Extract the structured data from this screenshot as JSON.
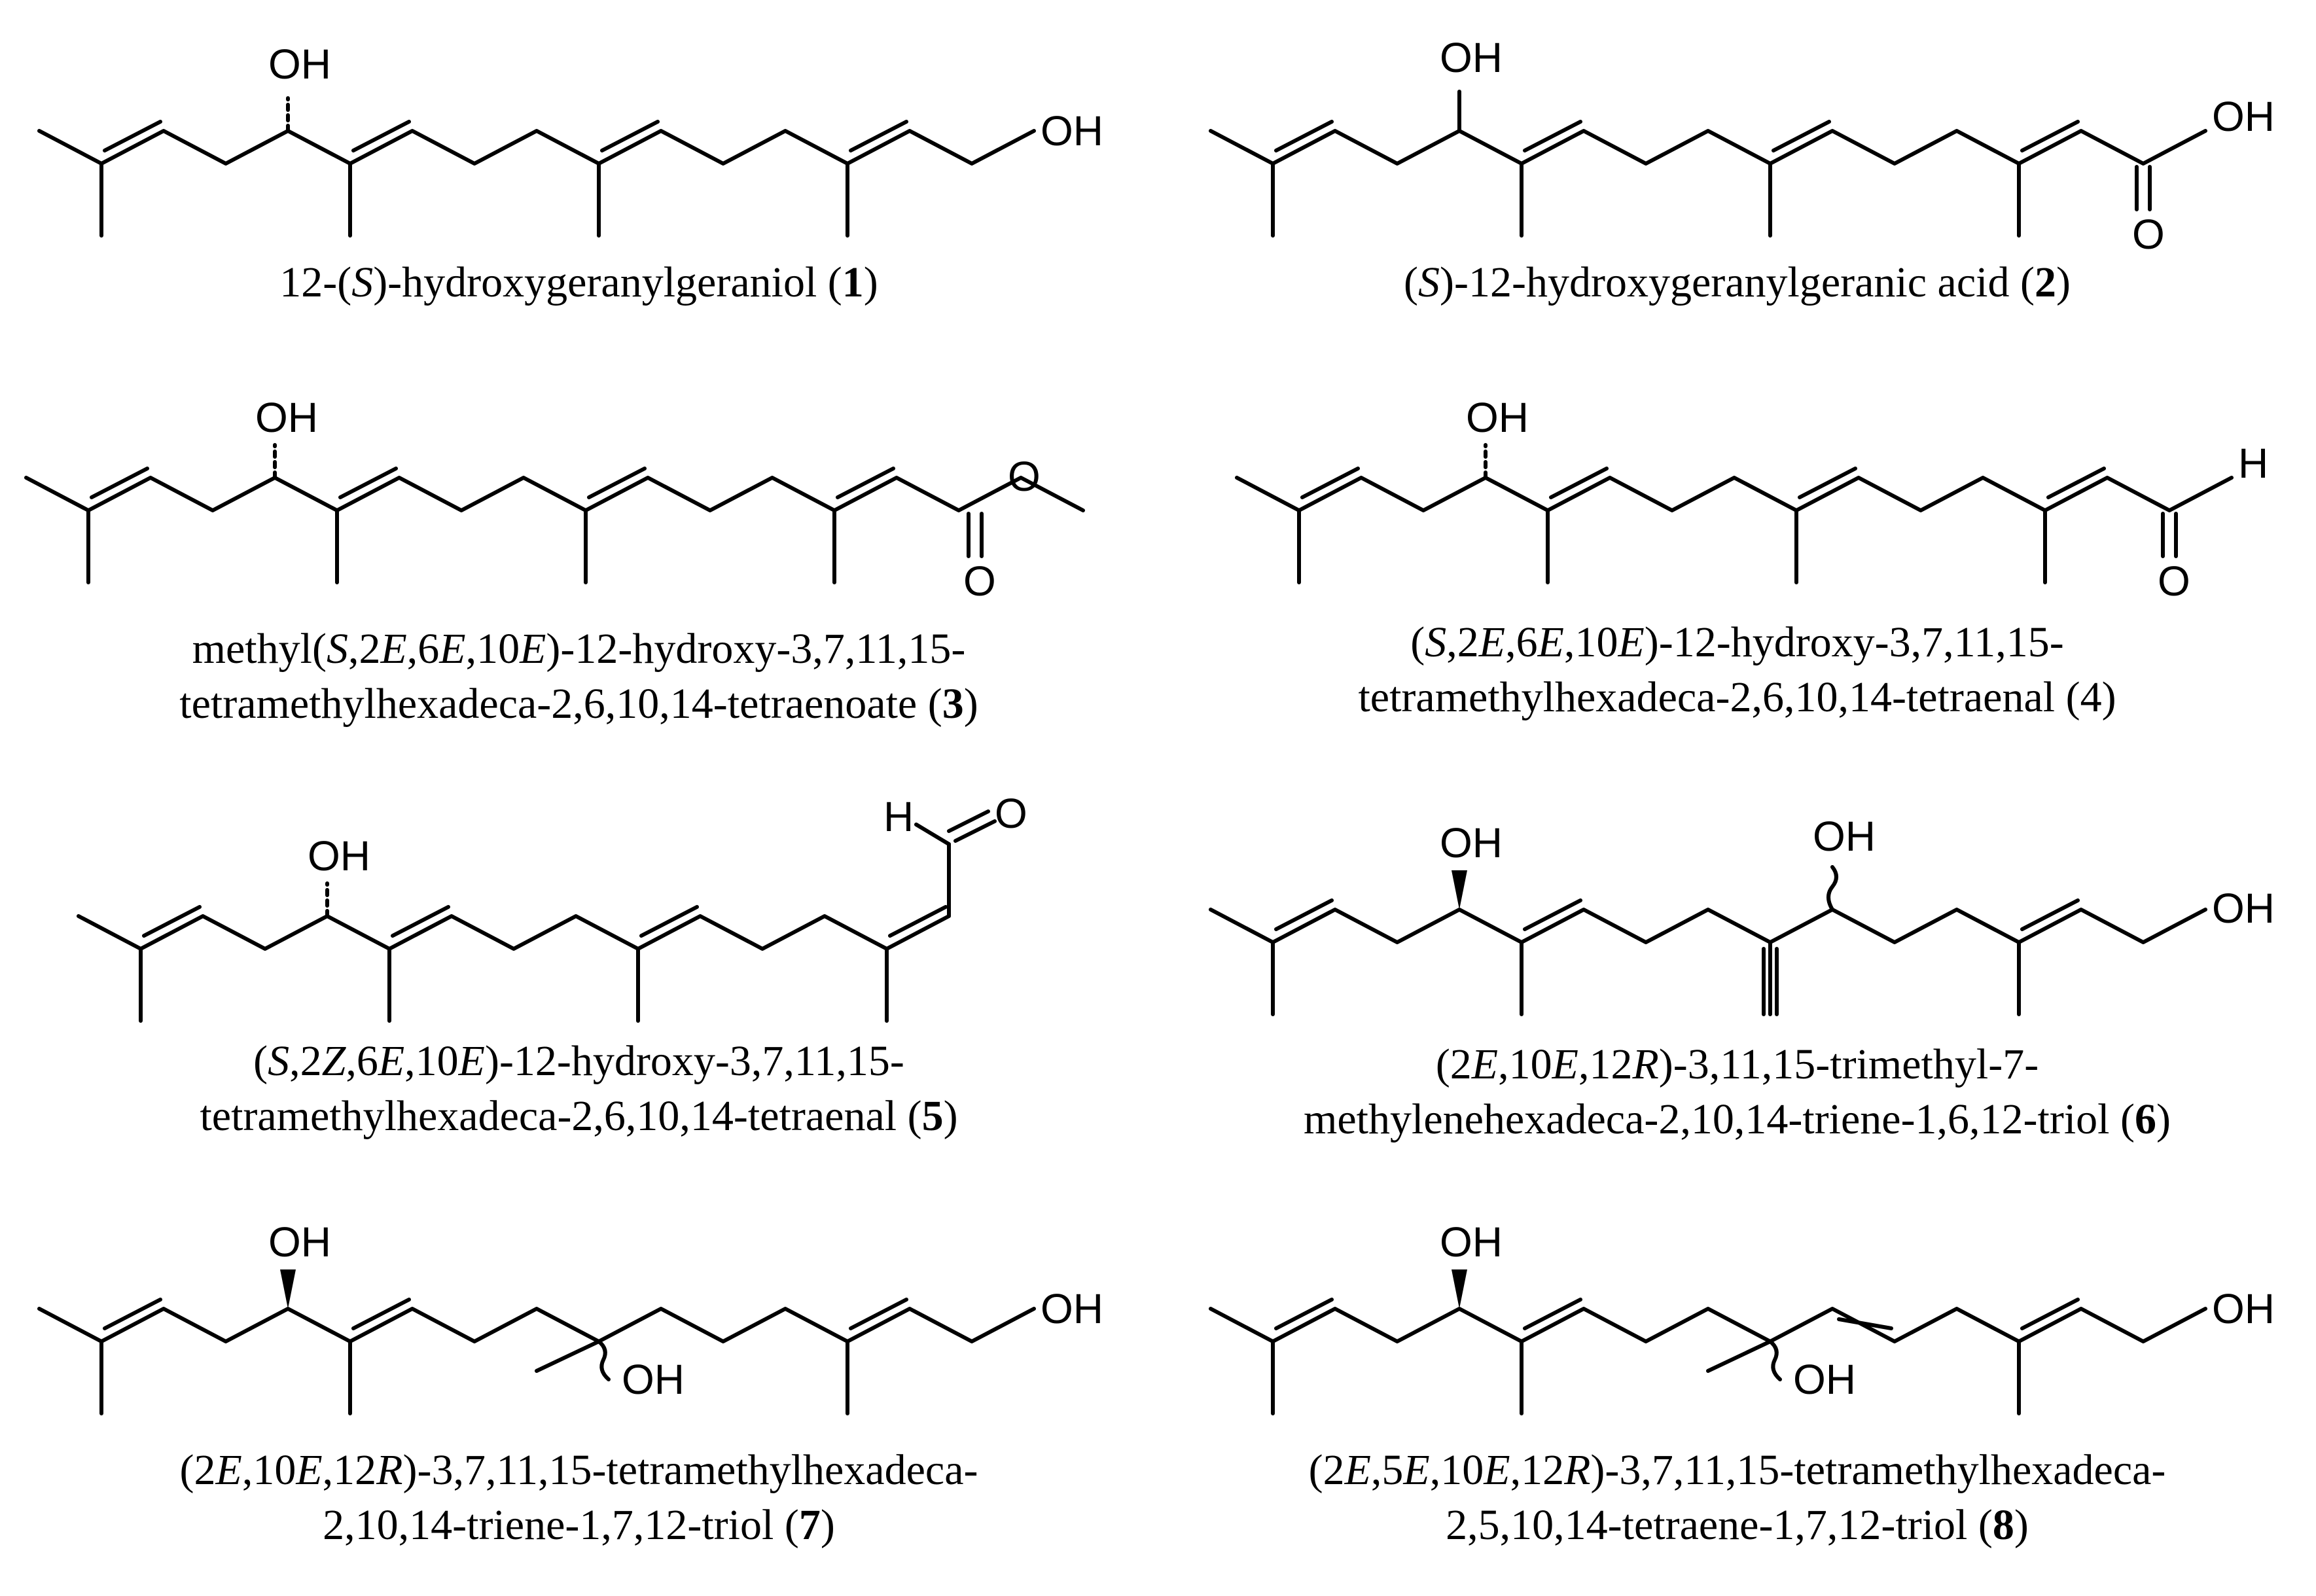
{
  "figure": {
    "compounds": [
      {
        "id": "compound-1",
        "number": "1",
        "atom_labels": [
          "OH",
          "OH"
        ],
        "caption_lines": [
          [
            {
              "t": "12-("
            },
            {
              "t": "S",
              "i": true
            },
            {
              "t": ")-hydroxygeranylgeraniol ("
            },
            {
              "t": "1",
              "b": true
            },
            {
              "t": ")"
            }
          ]
        ]
      },
      {
        "id": "compound-2",
        "number": "2",
        "atom_labels": [
          "OH",
          "OH",
          "O"
        ],
        "caption_lines": [
          [
            {
              "t": "("
            },
            {
              "t": "S",
              "i": true
            },
            {
              "t": ")-12-hydroxygeranylgeranic acid ("
            },
            {
              "t": "2",
              "b": true
            },
            {
              "t": ")"
            }
          ]
        ]
      },
      {
        "id": "compound-3",
        "number": "3",
        "atom_labels": [
          "OH",
          "O",
          "O"
        ],
        "caption_lines": [
          [
            {
              "t": "methyl("
            },
            {
              "t": "S",
              "i": true
            },
            {
              "t": ",2"
            },
            {
              "t": "E",
              "i": true
            },
            {
              "t": ",6"
            },
            {
              "t": "E",
              "i": true
            },
            {
              "t": ",10"
            },
            {
              "t": "E",
              "i": true
            },
            {
              "t": ")-12-hydroxy-3,7,11,15-"
            }
          ],
          [
            {
              "t": "tetramethylhexadeca-2,6,10,14-tetraenoate ("
            },
            {
              "t": "3",
              "b": true
            },
            {
              "t": ")"
            }
          ]
        ]
      },
      {
        "id": "compound-4",
        "number": "4",
        "atom_labels": [
          "OH",
          "H",
          "O"
        ],
        "caption_lines": [
          [
            {
              "t": "("
            },
            {
              "t": "S",
              "i": true
            },
            {
              "t": ",2"
            },
            {
              "t": "E",
              "i": true
            },
            {
              "t": ",6"
            },
            {
              "t": "E",
              "i": true
            },
            {
              "t": ",10"
            },
            {
              "t": "E",
              "i": true
            },
            {
              "t": ")-12-hydroxy-3,7,11,15-"
            }
          ],
          [
            {
              "t": "tetramethylhexadeca-2,6,10,14-tetraenal (4)"
            }
          ]
        ]
      },
      {
        "id": "compound-5",
        "number": "5",
        "atom_labels": [
          "OH",
          "H",
          "O"
        ],
        "caption_lines": [
          [
            {
              "t": "("
            },
            {
              "t": "S",
              "i": true
            },
            {
              "t": ",2"
            },
            {
              "t": "Z",
              "i": true
            },
            {
              "t": ",6"
            },
            {
              "t": "E",
              "i": true
            },
            {
              "t": ",10"
            },
            {
              "t": "E",
              "i": true
            },
            {
              "t": ")-12-hydroxy-3,7,11,15-"
            }
          ],
          [
            {
              "t": "tetramethylhexadeca-2,6,10,14-tetraenal ("
            },
            {
              "t": "5",
              "b": true
            },
            {
              "t": ")"
            }
          ]
        ]
      },
      {
        "id": "compound-6",
        "number": "6",
        "atom_labels": [
          "OH",
          "OH",
          "OH"
        ],
        "caption_lines": [
          [
            {
              "t": "(2"
            },
            {
              "t": "E",
              "i": true
            },
            {
              "t": ",10"
            },
            {
              "t": "E",
              "i": true
            },
            {
              "t": ",12"
            },
            {
              "t": "R",
              "i": true
            },
            {
              "t": ")-3,11,15-trimethyl-7-"
            }
          ],
          [
            {
              "t": "methylenehexadeca-2,10,14-triene-1,6,12-triol ("
            },
            {
              "t": "6",
              "b": true
            },
            {
              "t": ")"
            }
          ]
        ]
      },
      {
        "id": "compound-7",
        "number": "7",
        "atom_labels": [
          "OH",
          "OH",
          "OH"
        ],
        "caption_lines": [
          [
            {
              "t": "(2"
            },
            {
              "t": "E",
              "i": true
            },
            {
              "t": ",10"
            },
            {
              "t": "E",
              "i": true
            },
            {
              "t": ",12"
            },
            {
              "t": "R",
              "i": true
            },
            {
              "t": ")-3,7,11,15-tetramethylhexadeca-"
            }
          ],
          [
            {
              "t": "2,10,14-triene-1,7,12-triol ("
            },
            {
              "t": "7",
              "b": true
            },
            {
              "t": ")"
            }
          ]
        ]
      },
      {
        "id": "compound-8",
        "number": "8",
        "atom_labels": [
          "OH",
          "OH",
          "OH"
        ],
        "caption_lines": [
          [
            {
              "t": "(2"
            },
            {
              "t": "E",
              "i": true
            },
            {
              "t": ",5"
            },
            {
              "t": "E",
              "i": true
            },
            {
              "t": ",10"
            },
            {
              "t": "E",
              "i": true
            },
            {
              "t": ",12"
            },
            {
              "t": "R",
              "i": true
            },
            {
              "t": ")-3,7,11,15-tetramethylhexadeca-"
            }
          ],
          [
            {
              "t": "2,5,10,14-tetraene-1,7,12-triol ("
            },
            {
              "t": "8",
              "b": true
            },
            {
              "t": ")"
            }
          ]
        ]
      }
    ]
  }
}
